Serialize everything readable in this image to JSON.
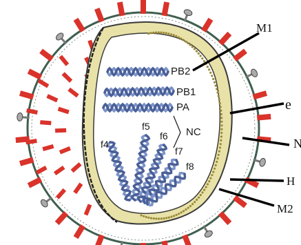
{
  "figure": {
    "labels": {
      "m1": "M1",
      "e": "e",
      "n_partial": "N",
      "h": "H",
      "m2": "M2",
      "nc": "NC"
    },
    "segments": [
      "PB2",
      "PB1",
      "PA",
      "f4",
      "f5",
      "f6",
      "f7",
      "f8"
    ]
  },
  "colors": {
    "envelope_line": "#3f5f4f",
    "spike": "#d9332b",
    "matrix_band": "#e8e2a8",
    "matrix_dots": "#9a8a3a",
    "rnp": "#7b93c8",
    "rnp_dark": "#4a5f96",
    "pointer": "#000000"
  },
  "icons": {
    "spike": "hemagglutinin-spike-icon",
    "mushroom": "neuraminidase-spike-icon"
  }
}
